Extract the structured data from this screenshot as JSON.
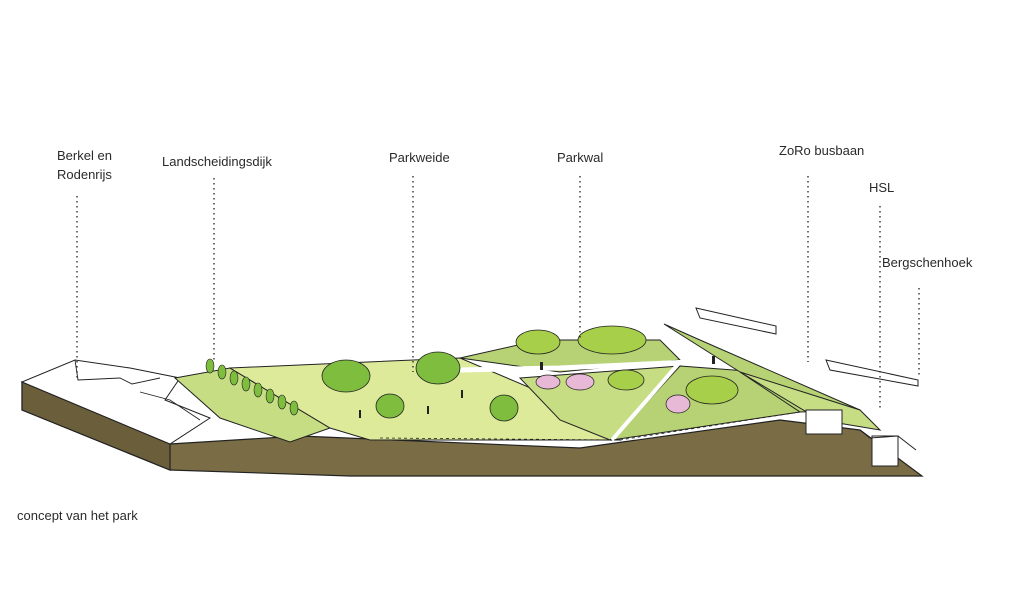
{
  "labels": [
    {
      "id": "berkel",
      "text": "Berkel en Rodenrijs"
    },
    {
      "id": "landscheidingsdijk",
      "text": "Landscheidingsdijk"
    },
    {
      "id": "parkweide",
      "text": "Parkweide"
    },
    {
      "id": "parkwal",
      "text": "Parkwal"
    },
    {
      "id": "zoro",
      "text": "ZoRo busbaan"
    },
    {
      "id": "hsl",
      "text": "HSL"
    },
    {
      "id": "bergschenhoek",
      "text": "Bergschenhoek"
    }
  ],
  "caption": "concept van het park",
  "colors": {
    "soil": "#7a6d45",
    "soil_top": "#8a7c52",
    "meadow": "#dcea9a",
    "field": "#c6dd84",
    "wall": "#b6d274",
    "tree": "#7ebd3e",
    "tree_light": "#a8cf4a",
    "blossom": "#e8b9d6",
    "ink": "#222222"
  }
}
